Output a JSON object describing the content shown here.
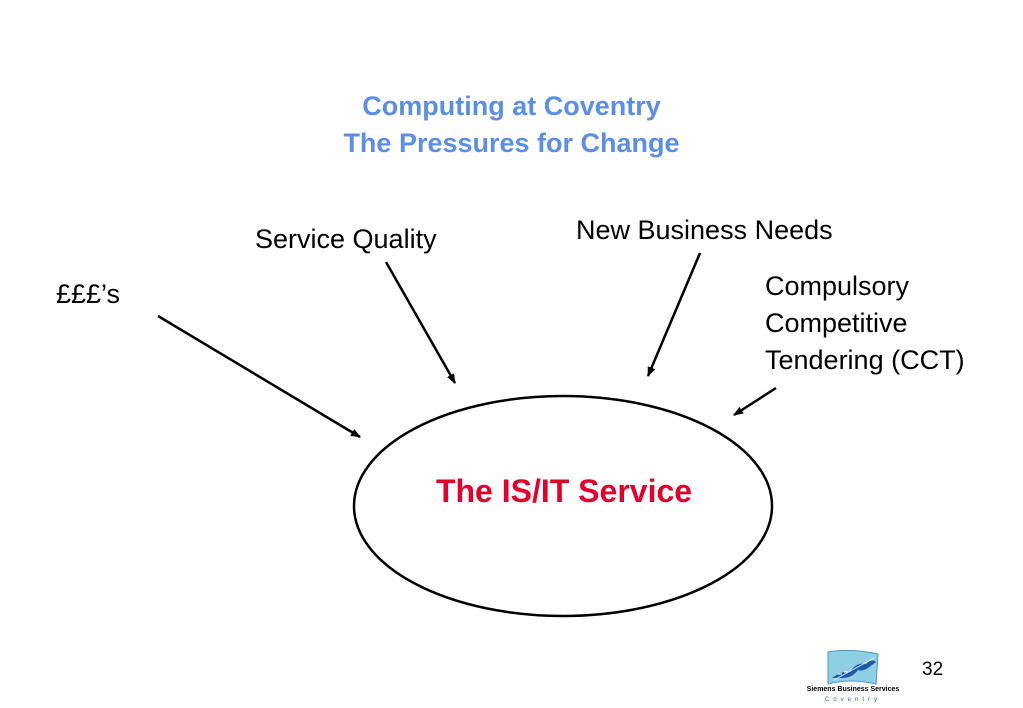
{
  "title": {
    "line1": "Computing at Coventry",
    "line2": "The Pressures for Change",
    "color": "#5b8ee6"
  },
  "pressures": {
    "money": "£££’s",
    "service_quality": "Service Quality",
    "new_business_needs": "New Business Needs",
    "cct": [
      "Compulsory",
      "Competitive",
      "Tendering (CCT)"
    ]
  },
  "center": {
    "label": "The IS/IT Service",
    "color": "#e3002b"
  },
  "footer": {
    "page_number": "32",
    "logo_company": "Siemens Business Services",
    "logo_city": "Coventry"
  }
}
